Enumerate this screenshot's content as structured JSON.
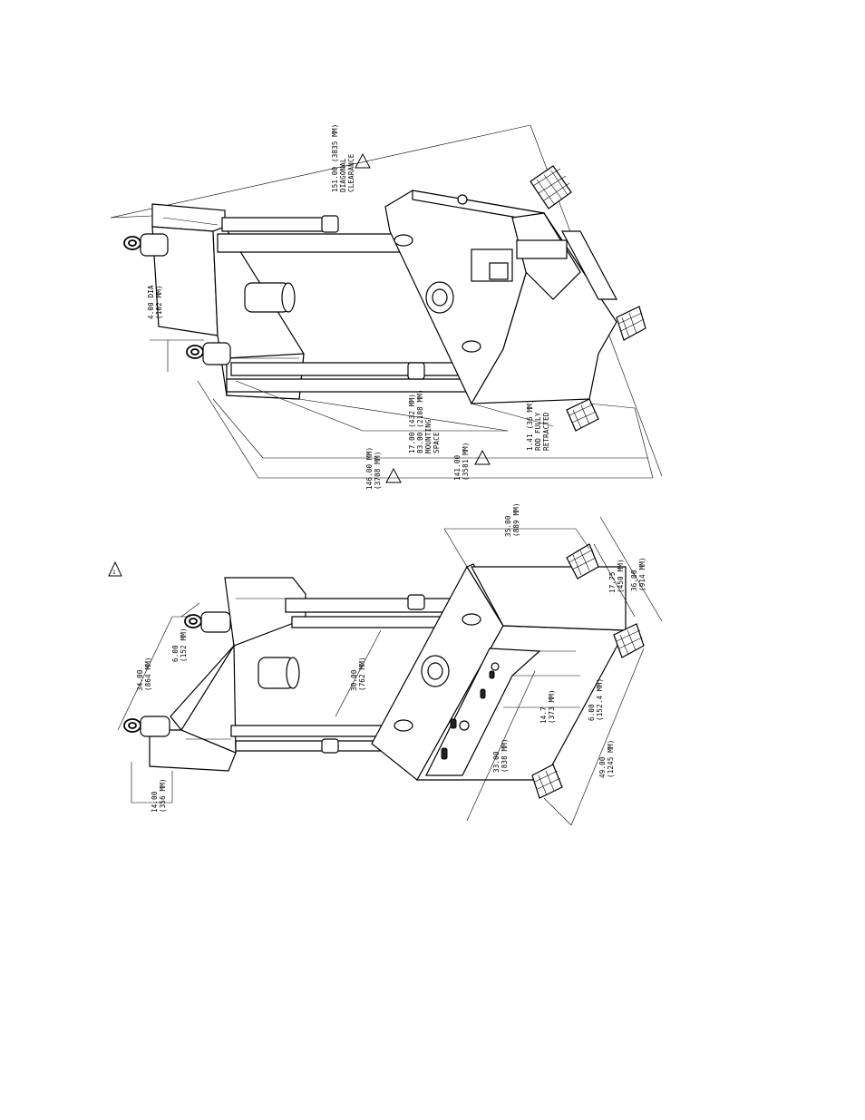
{
  "upper_view": {
    "dim_diagonal": {
      "line1": "151.00 (3835 MM)",
      "line2": "DIAGONAL",
      "line3": "CLEARANCE"
    },
    "dim_dia": {
      "line1": "4.00 DIA",
      "line2": "(102 MM)"
    },
    "dim_mounting": {
      "line1": "17.00 (432 MM)",
      "line2": "83.00 (2108 MM)",
      "line3": "MOUNTING",
      "line4": "SPACE"
    },
    "dim_rod": {
      "line1": "1.41 (36 MM)",
      "line2": "ROD FULLY",
      "line3": "RETRACTED"
    },
    "dim_height": {
      "line1": "141.00",
      "line2": "(3581 MM)"
    },
    "dim_overall": {
      "line1": "146.00 MM)",
      "line2": "(3708 MM)"
    }
  },
  "lower_view": {
    "dim_width": {
      "line1": "35.00",
      "line2": "(889 MM)"
    },
    "dim_base_a": {
      "line1": "17.75",
      "line2": "(450 MM)"
    },
    "dim_base_b": {
      "line1": "36.00",
      "line2": "(914 MM)"
    },
    "dim_top_width": {
      "line1": "34.00",
      "line2": "(864 MM)"
    },
    "dim_six_a": {
      "line1": "6.00",
      "line2": "(152 MM)"
    },
    "dim_thirty": {
      "line1": "30.00",
      "line2": "(762 MM)"
    },
    "dim_fourteen": {
      "line1": "14.00",
      "line2": "(356 MM)"
    },
    "dim_thirtythree": {
      "line1": "33.00",
      "line2": "(838 MM)"
    },
    "dim_fourteen7": {
      "line1": "14.7",
      "line2": "(373 MM)"
    },
    "dim_six_b": {
      "line1": "6.00",
      "line2": "(152.4 MM)"
    },
    "dim_fortynine": {
      "line1": "49.00",
      "line2": "(1245 MM)"
    }
  },
  "note_marker": {
    "symbol": "1"
  }
}
